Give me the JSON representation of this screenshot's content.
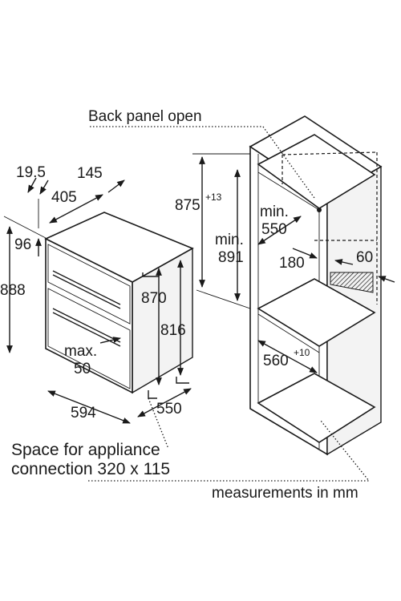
{
  "diagram": {
    "labels": {
      "back_panel": "Back panel open",
      "space_line1": "Space for appliance",
      "space_line2": "connection 320 x 115",
      "units": "measurements in mm",
      "max_line1": "max.",
      "max_line2": "50",
      "min550_line1": "min.",
      "min550_line2": "550",
      "min891_line1": "min.",
      "min891_line2": "891"
    },
    "dimensions": {
      "d19_5": "19.5",
      "d145": "145",
      "d405": "405",
      "d96": "96",
      "d888": "888",
      "d870": "870",
      "d816": "816",
      "d594": "594",
      "d550": "550",
      "d875": "875",
      "d875_tol": "+13",
      "d180": "180",
      "d60": "60",
      "d560": "560",
      "d560_tol": "+10"
    }
  }
}
